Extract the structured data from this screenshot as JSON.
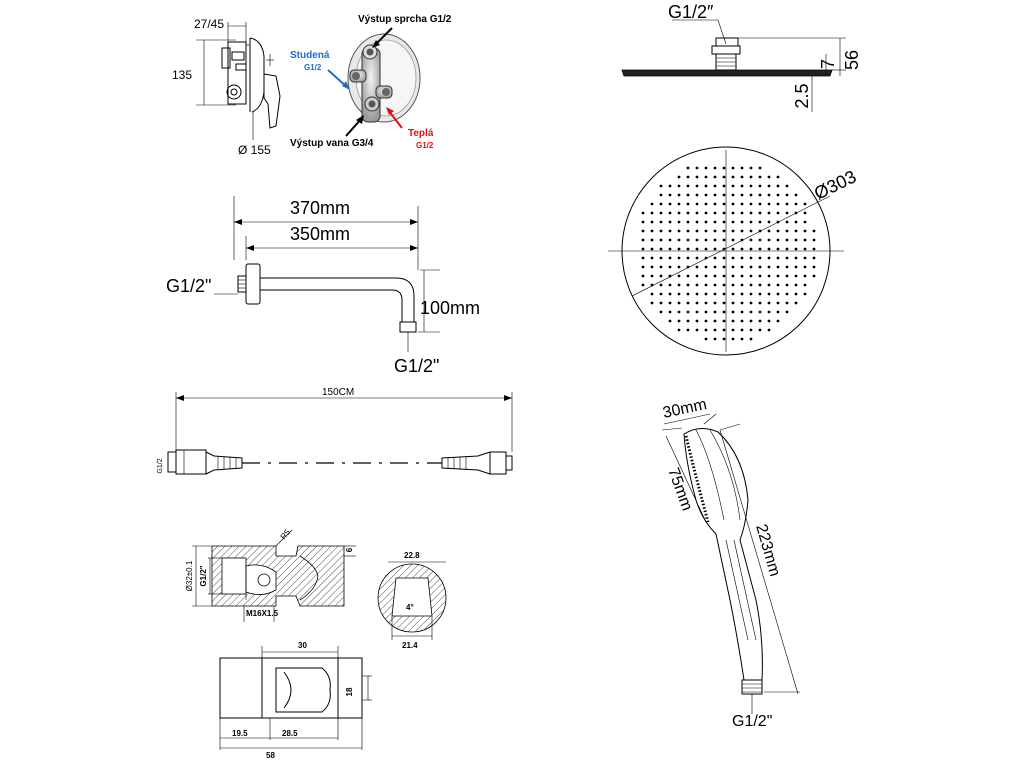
{
  "mixer_panel": {
    "dim_depth": "27/45",
    "dim_height": "135",
    "dim_diameter": "Ø 155",
    "out_shower": "Výstup sprcha G1/2",
    "cold_name": "Studená",
    "cold_thread": "G1/2",
    "out_bath": "Výstup vana G3/4",
    "hot_name": "Teplá",
    "hot_thread": "G1/2",
    "cold_color": "#1a6fd0",
    "hot_color": "#e01010"
  },
  "head_side_panel": {
    "thread": "G1/2″",
    "height_56": "56",
    "thick_7": "7",
    "edge_25": "2.5"
  },
  "arm_panel": {
    "len_370": "370mm",
    "len_350": "350mm",
    "thread_left": "G1/2\"",
    "drop_100": "100mm",
    "thread_bottom": "G1/2\""
  },
  "head_top_panel": {
    "diameter": "Ø303"
  },
  "hose_panel": {
    "length": "150CM",
    "end_label": "G1/2"
  },
  "handshower_panel": {
    "width_30": "30mm",
    "face_75": "75mm",
    "length_223": "223mm",
    "thread": "G1/2\""
  },
  "holder_panel": {
    "r5": "R5",
    "d6": "6",
    "d32": "Ø32±0.1",
    "g12": "G1/2\"",
    "m16": "M16X1.5",
    "d228": "22.8",
    "angle": "4°",
    "d214": "21.4",
    "d30": "30",
    "d18": "18",
    "d195": "19.5",
    "d285": "28.5",
    "d58": "58"
  }
}
